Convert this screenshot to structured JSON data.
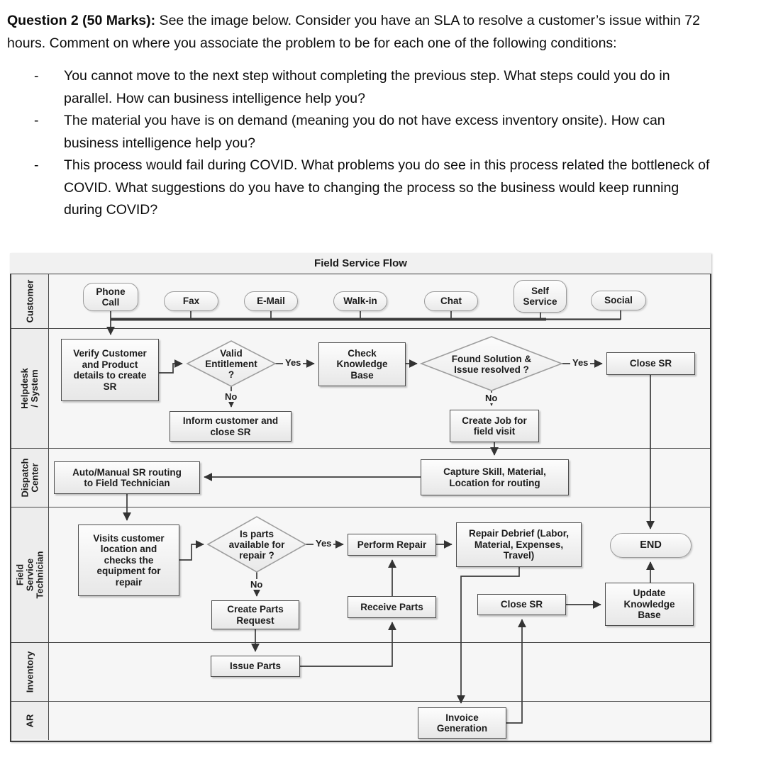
{
  "question": {
    "bullet_marker": "-",
    "intro_bold": "Question 2 (50 Marks):",
    "intro_rest": " See the image below. Consider you have an SLA to resolve a customer’s issue within 72 hours. Comment on where you associate the problem to be for each one of the following conditions:",
    "bullets": [
      "You cannot move to the next step without completing the previous step. What steps could you do in parallel. How can business intelligence help you?",
      "The material you have is on demand (meaning you do not have excess inventory onsite). How can business intelligence help you?",
      "This process would fail during COVID. What problems you do see in this process related the bottleneck of COVID. What suggestions do you have to changing the process so the business would keep running during COVID?"
    ]
  },
  "diagram": {
    "title": "Field Service Flow",
    "lanes": [
      {
        "label": "Customer"
      },
      {
        "label": "Helpdesk / System"
      },
      {
        "label": "Dispatch\nCenter"
      },
      {
        "label": "Field Service Technician"
      },
      {
        "label": "Inventory"
      },
      {
        "label": "AR"
      }
    ]
  },
  "nodes": {
    "phone_call": "Phone\nCall",
    "fax": "Fax",
    "email": "E-Mail",
    "walk_in": "Walk-in",
    "chat": "Chat",
    "self_service": "Self\nService",
    "social": "Social",
    "verify": "Verify Customer\nand Product\ndetails to create\nSR",
    "valid_entitlement": "Valid\nEntitlement\n?",
    "check_kb": "Check\nKnowledge\nBase",
    "found_solution": "Found Solution &\nIssue resolved ?",
    "close_sr_helpdesk": "Close SR",
    "inform_close": "Inform customer and\nclose SR",
    "create_job": "Create Job for\nfield visit",
    "auto_routing": "Auto/Manual SR routing\nto Field Technician",
    "capture_skill": "Capture Skill, Material,\nLocation for routing",
    "visits_customer": "Visits customer\nlocation and\nchecks the\nequipment for\nrepair",
    "parts_available": "Is parts\navailable for\nrepair ?",
    "perform_repair": "Perform Repair",
    "repair_debrief": "Repair Debrief (Labor,\nMaterial, Expenses,\nTravel)",
    "end": "END",
    "close_sr_field": "Close SR",
    "update_kb": "Update\nKnowledge\nBase",
    "receive_parts": "Receive Parts",
    "create_parts_request": "Create Parts\nRequest",
    "issue_parts": "Issue Parts",
    "invoice_generation": "Invoice\nGeneration"
  },
  "edge_labels": {
    "yes": "Yes",
    "no": "No"
  },
  "colors": {
    "process_border": "#4d4d4d",
    "shape_border": "#9b9b9b",
    "lane_fill": "#f6f6f6",
    "connector": "#3a3a3a"
  }
}
